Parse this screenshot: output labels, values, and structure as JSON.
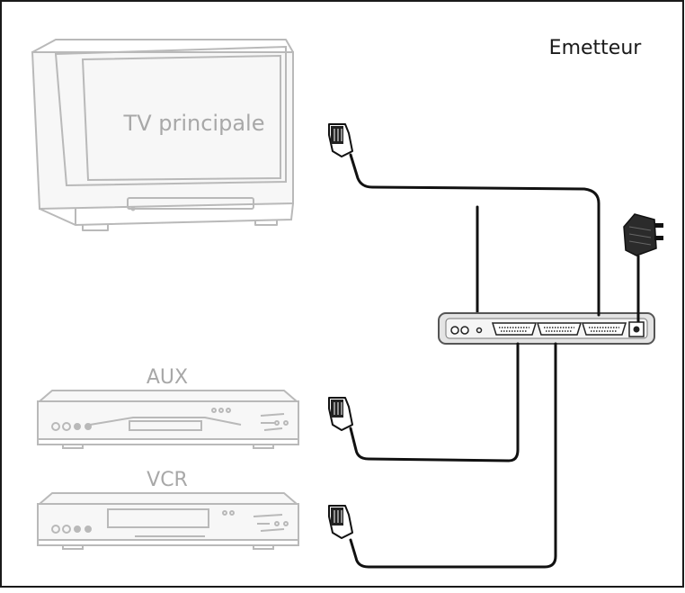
{
  "title": "Emetteur",
  "devices": {
    "tv": {
      "label": "TV principale"
    },
    "aux": {
      "label": "AUX"
    },
    "vcr": {
      "label": "VCR"
    }
  },
  "colors": {
    "frame": "#1a1a1a",
    "device_outline": "#b9b9b9",
    "device_fill": "#f7f7f7",
    "cable": "#111111",
    "transmitter_body": "#e4e4e4",
    "transmitter_outline": "#555555"
  }
}
